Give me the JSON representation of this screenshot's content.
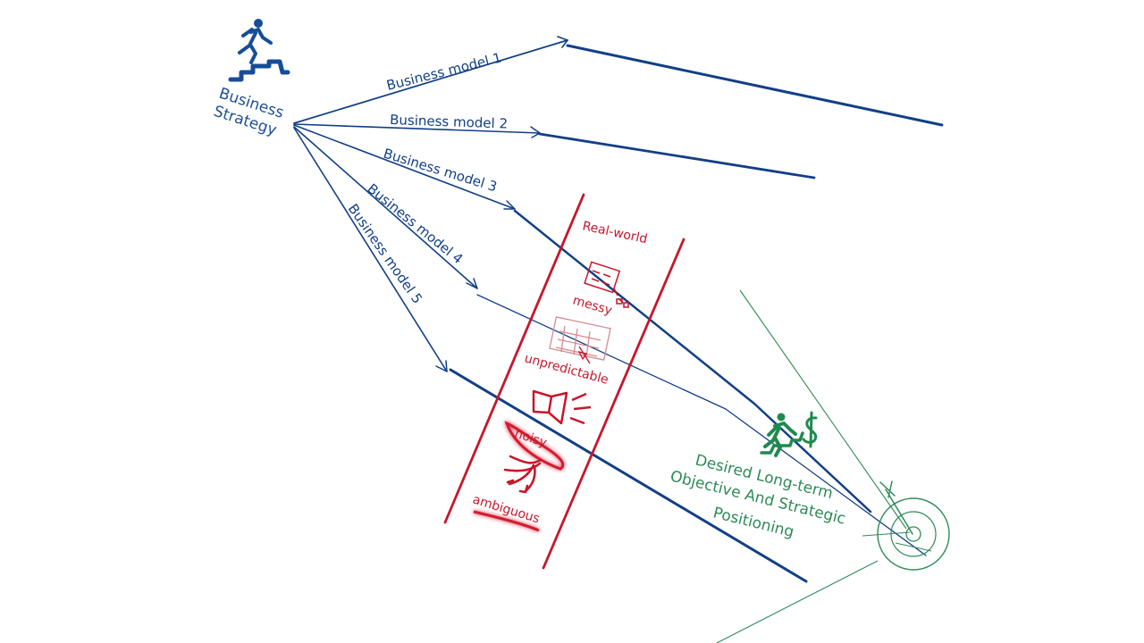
{
  "diagram": {
    "source": {
      "line1": "Business",
      "line2": "Strategy"
    },
    "business_models": [
      "Business model 1",
      "Business model 2",
      "Business model 3",
      "Business model 4",
      "Business model 5"
    ],
    "real_world": {
      "title": "Real-world",
      "items": [
        "messy",
        "unpredictable",
        "noisy",
        "ambiguous"
      ]
    },
    "goal": {
      "line1": "Desired Long-term",
      "line2": "Objective And Strategic",
      "line3": "Positioning"
    },
    "colors": {
      "blue": "#123f86",
      "red": "#c7162b",
      "green": "#2e8b57"
    },
    "icons": [
      "running-person-icon",
      "stairs-icon",
      "building-icon",
      "calendar-icon",
      "megaphone-icon",
      "path-arrows-icon",
      "green-runner-icon",
      "dollar-icon",
      "target-icon",
      "dart-icon"
    ]
  }
}
